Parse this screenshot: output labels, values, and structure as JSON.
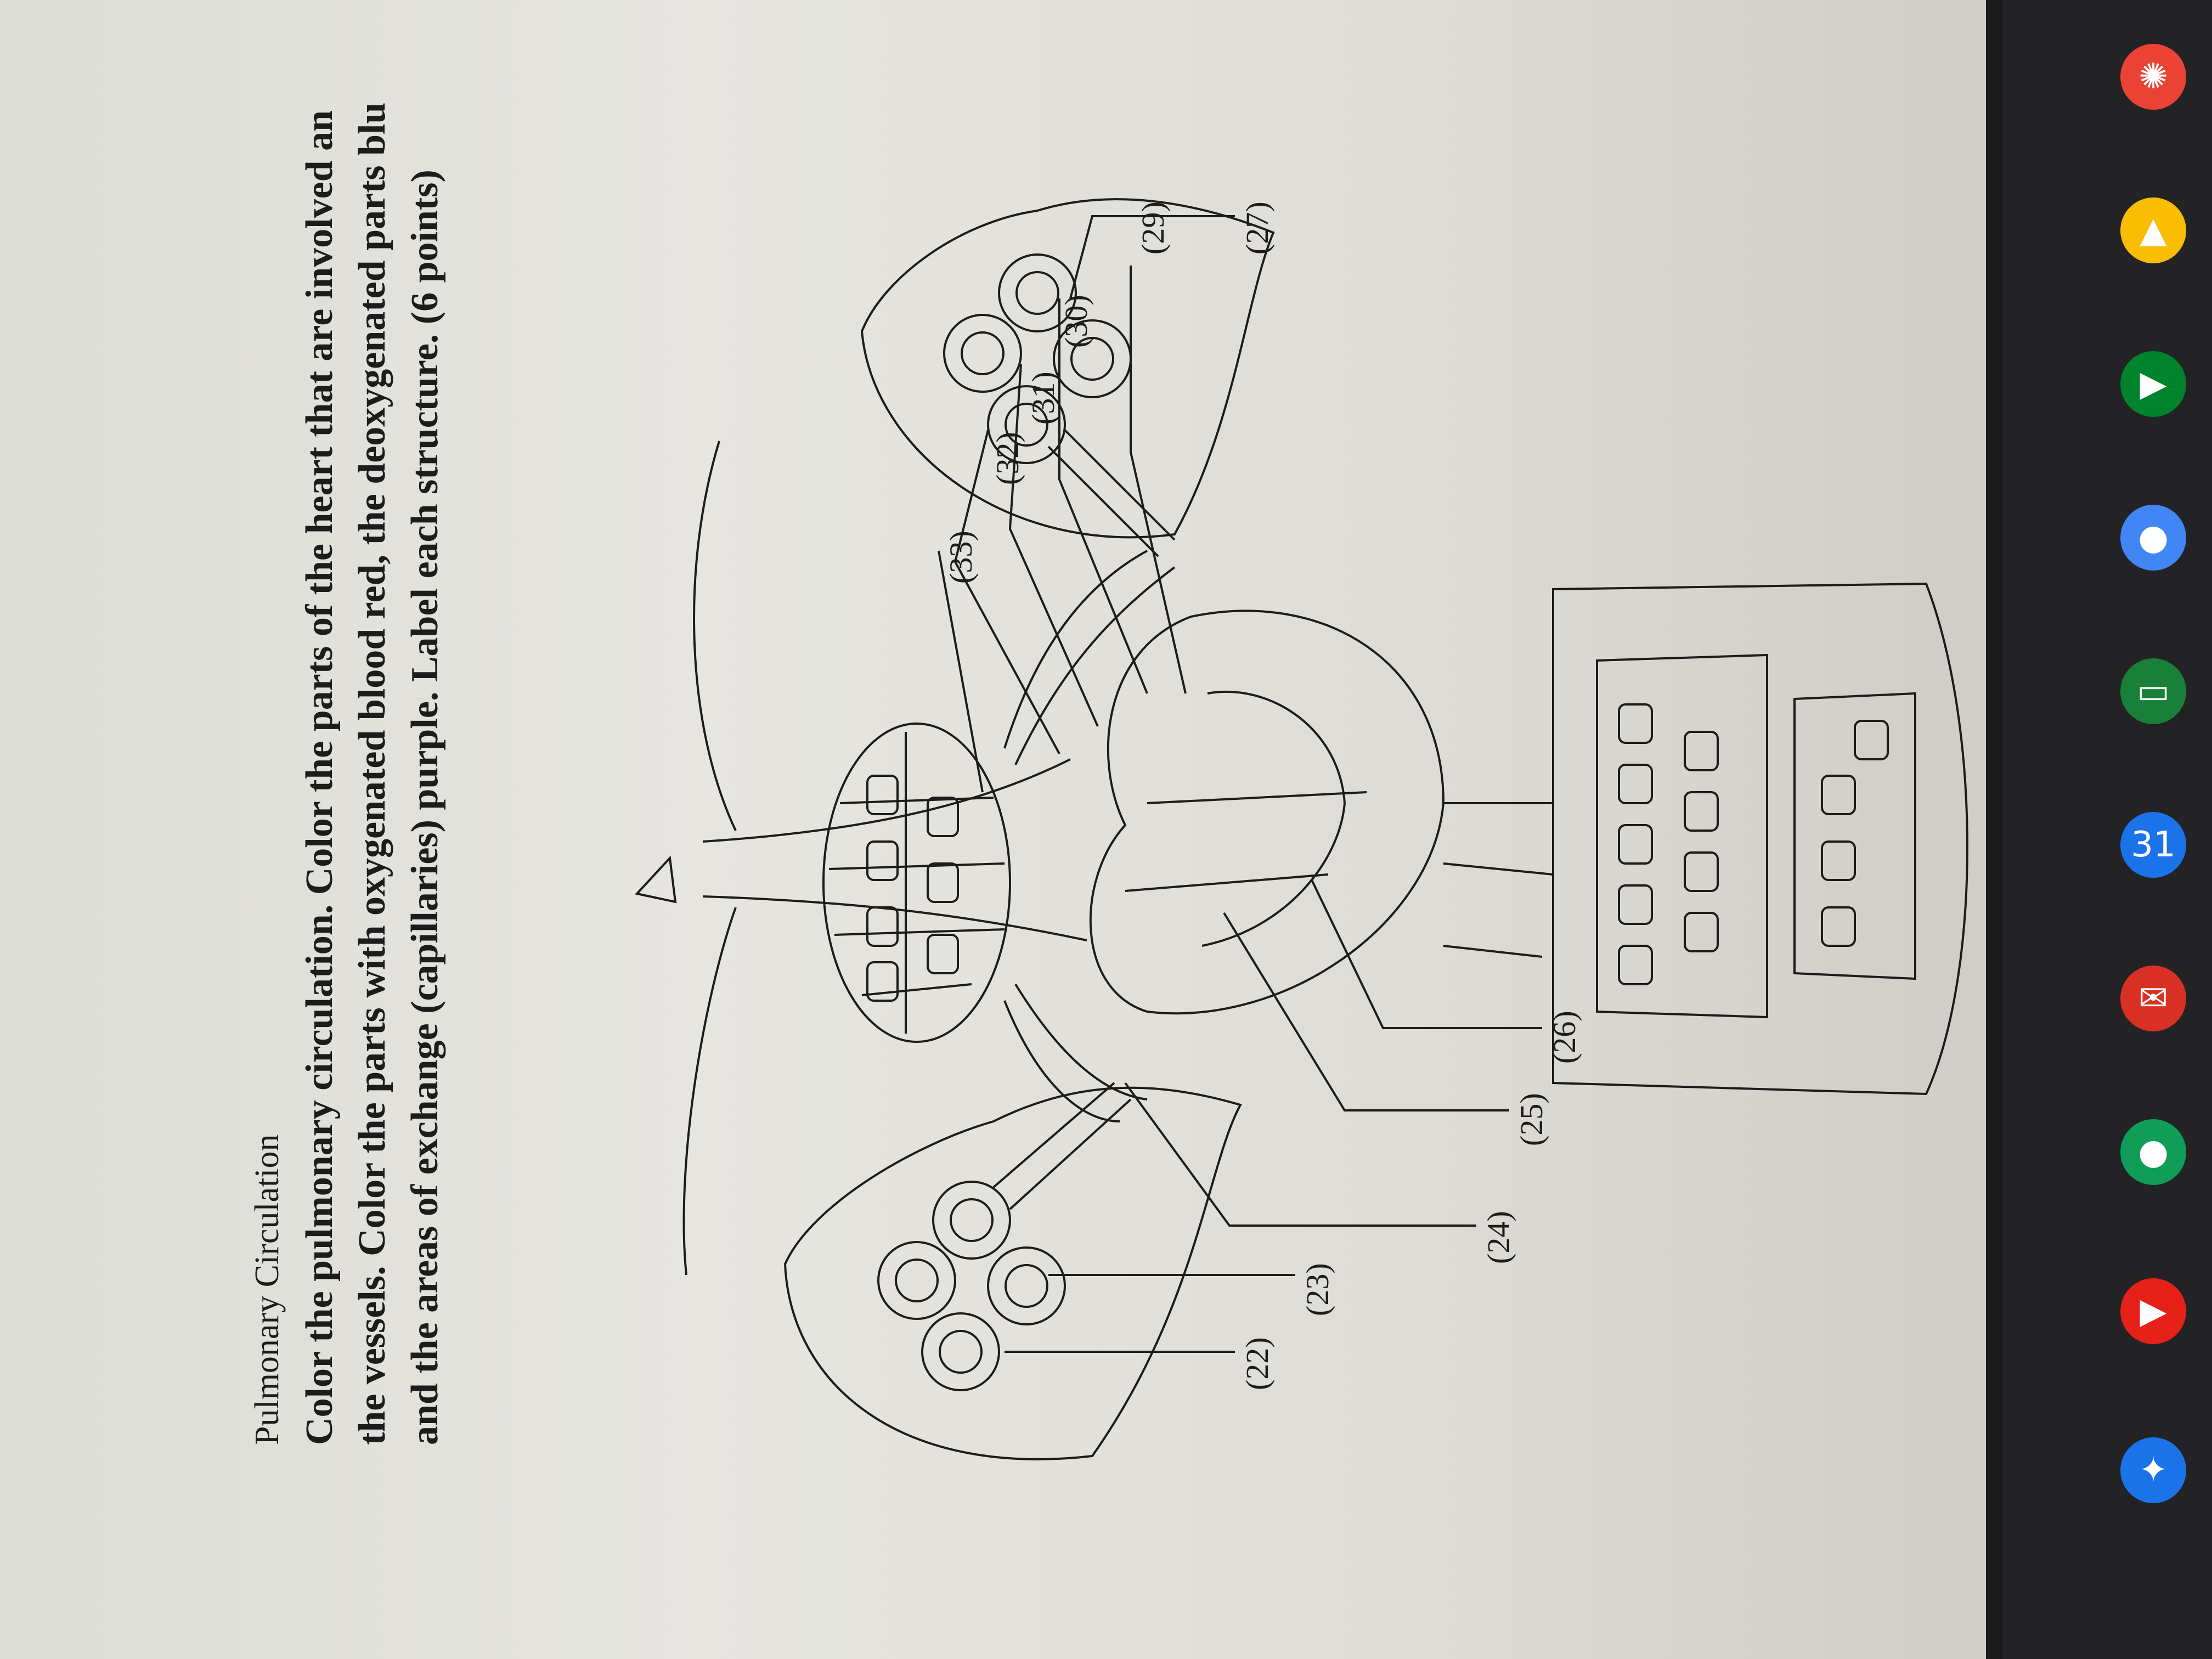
{
  "document": {
    "title": "Pulmonary Circulation",
    "instructions": [
      "Color the pulmonary circulation.  Color the parts of the heart that are involved an",
      "the vessels.  Color the parts with oxygenated blood red, the deoxygenated parts blu",
      "and the areas of exchange (capillaries) purple.  Label each structure.  (6 points)"
    ]
  },
  "diagram": {
    "labels": [
      "(22)",
      "(23)",
      "(24)",
      "(25)",
      "(26)",
      "(27)",
      "(29)",
      "(30)",
      "(31)",
      "(32)",
      "(33)"
    ]
  },
  "taskbar": {
    "apps": [
      {
        "name": "assistant-icon",
        "color": "#1a73e8"
      },
      {
        "name": "youtube-icon",
        "color": "#e62117"
      },
      {
        "name": "chrome-icon",
        "color": "#0f9d58"
      },
      {
        "name": "gmail-icon",
        "color": "#d93025"
      },
      {
        "name": "calendar-icon",
        "color": "#1a73e8",
        "glyph": "31"
      },
      {
        "name": "classroom-icon",
        "color": "#188038"
      },
      {
        "name": "docs-icon",
        "color": "#4285f4"
      },
      {
        "name": "meet-icon",
        "color": "#00832d"
      },
      {
        "name": "drive-icon",
        "color": "#fbbc04"
      },
      {
        "name": "photos-icon",
        "color": "#ea4335"
      }
    ]
  }
}
